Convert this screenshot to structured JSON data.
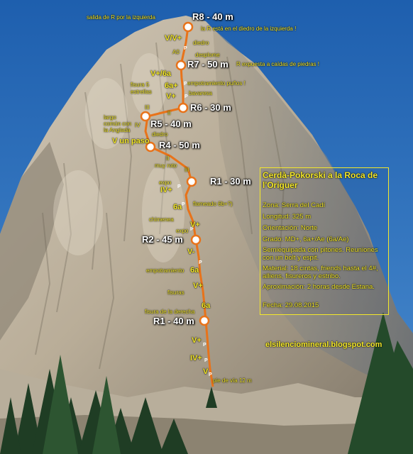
{
  "route": {
    "title": "Cerdà-Pokorski a la Roca de l'Origuer",
    "zona": "Zona: Serra del Cadí",
    "longitud": "Longitud: 325 m",
    "orientacion": "Orientación: Norte",
    "grado": "Grado: MD+, 6a+/Ae (6a/Ae)",
    "equipamiento": "Semiequipada con pitones. Reuniones con un bolt y espit.",
    "material": "Material: 18 cintas, friends hasta el 4#, alliens, fisureros y estribo.",
    "aproximacion": "Aproximación: 2 horas desde Estana.",
    "fecha": "Fecha: 29.08.2015",
    "blog": "elsilenciomineral.blogspot.com"
  },
  "belays": {
    "r8": "R8 - 40 m",
    "r7": "R7 - 50 m",
    "r6": "R6 - 30 m",
    "r5": "R5 - 40 m",
    "r4": "R4 - 50 m",
    "r1b": "R1 - 30 m",
    "r2": "R2 - 45 m",
    "r1": "R1 - 40 m"
  },
  "annotations": {
    "salida": "salida de R por la izquierda",
    "r_diedro": "la R está en el diedro de la izquierda !",
    "g_vv": "V/V+",
    "diedro_top": "diedro",
    "a0": "A0",
    "desplome": "desplome",
    "r_expuesta": "R expuesta a caídas de piedras !",
    "g_v6a": "V+/6a",
    "fisura5": "fisura 5",
    "estrellas": "estrellas",
    "g_6aplus": "6a+",
    "emp_punos": "empotramiento puños !",
    "g_vplus_a": "V+",
    "bavaresa": "bavaresa",
    "g_iii_a": "III",
    "g_ii_a": "II",
    "largo1": "largo",
    "largo2": "común con",
    "largo3": "la Anglada",
    "g_iv": "IV",
    "diedro_mid": "diedro",
    "v_un_paso": "V un paso",
    "g_ii_b": "II",
    "muy_roto": "muy roto",
    "g_iii_b": "III",
    "expo_a": "expo",
    "g_ivplus": "IV+",
    "flameado": "flameado 6b+?)",
    "g_6a_a": "6a",
    "chimenea": "chimenea",
    "g_vplus_b": "V+",
    "expo_b": "expo",
    "g_vminus": "V-",
    "emp_2": "empotramiento",
    "g_6a_b": "6a",
    "g_vplus_c": "V+",
    "fisuras": "fisuras",
    "g_6a_c": "6a",
    "fisura_derecha": "fisura de la derecha",
    "g_vplus_d": "V+",
    "g_ivplus_b": "IV+",
    "g_v": "V",
    "pie_via": "pie de vía 12 m"
  },
  "colors": {
    "label": "#f4e82a",
    "route": "#e8731a",
    "belay_text": "#ffffff",
    "sky": "#2f6fb8"
  }
}
